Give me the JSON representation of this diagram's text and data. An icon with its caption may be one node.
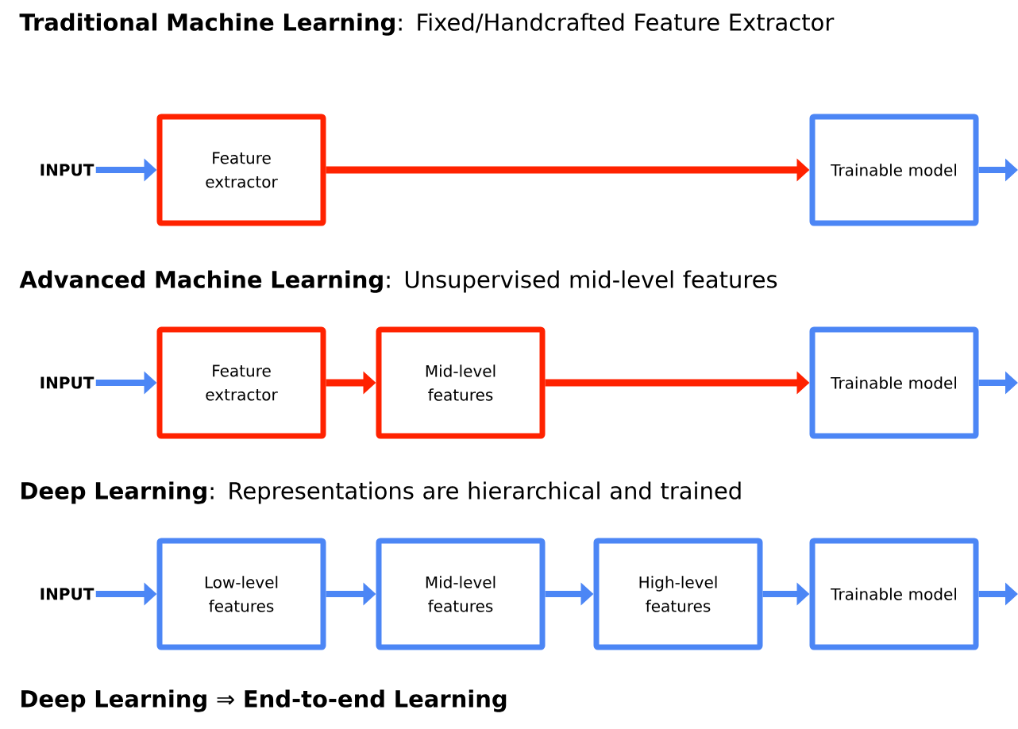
{
  "diagram": {
    "nodes": [
      {
        "text": [
          "INPUT"
        ]
      },
      {
        "text": [
          "Feature extractor"
        ]
      },
      {
        "text": [
          "Trainable model"
        ]
      },
      {
        "text": [
          "INPUT"
        ]
      },
      {
        "text": [
          "Feature extractor"
        ]
      },
      {
        "text": [
          "Mid-level features"
        ]
      },
      {
        "text": [
          "Trainable model"
        ]
      },
      {
        "text": [
          "INPUT"
        ]
      },
      {
        "text": [
          "Low-level features"
        ]
      },
      {
        "text": [
          "Mid-level features"
        ]
      },
      {
        "text": [
          "High-level features"
        ]
      },
      {
        "text": [
          "Trainable model"
        ]
      }
    ],
    "edges": [
      {
        "from": 0,
        "to": 1,
        "arrow": "to"
      },
      {
        "from": 1,
        "to": 2,
        "arrow": "to",
        "color": "#ff2200"
      },
      {
        "from": 2,
        "to": null,
        "arrow": "to"
      },
      {
        "from": 3,
        "to": 4,
        "arrow": "to"
      },
      {
        "from": 4,
        "to": 5,
        "arrow": "to",
        "color": "#ff2200"
      },
      {
        "from": 5,
        "to": 6,
        "arrow": "to",
        "color": "#ff2200"
      },
      {
        "from": 6,
        "to": null,
        "arrow": "to"
      },
      {
        "from": 7,
        "to": 8,
        "arrow": "to"
      },
      {
        "from": 8,
        "to": 9,
        "arrow": "to"
      },
      {
        "from": 9,
        "to": 10,
        "arrow": "to"
      },
      {
        "from": 10,
        "to": 11,
        "arrow": "to"
      },
      {
        "from": 11,
        "to": null,
        "arrow": "to"
      }
    ],
    "labels": [
      "**Traditional Machine Learning**: Fixed/Handcrafted Feature Extractor",
      "**Advanced Machine Learning**: Unsupervised mid-level features",
      "**Deep Learning**: Representations are hierarchical and trained",
      "**Deep Learning** ⇒ **End-to-end Learning**"
    ]
  }
}
